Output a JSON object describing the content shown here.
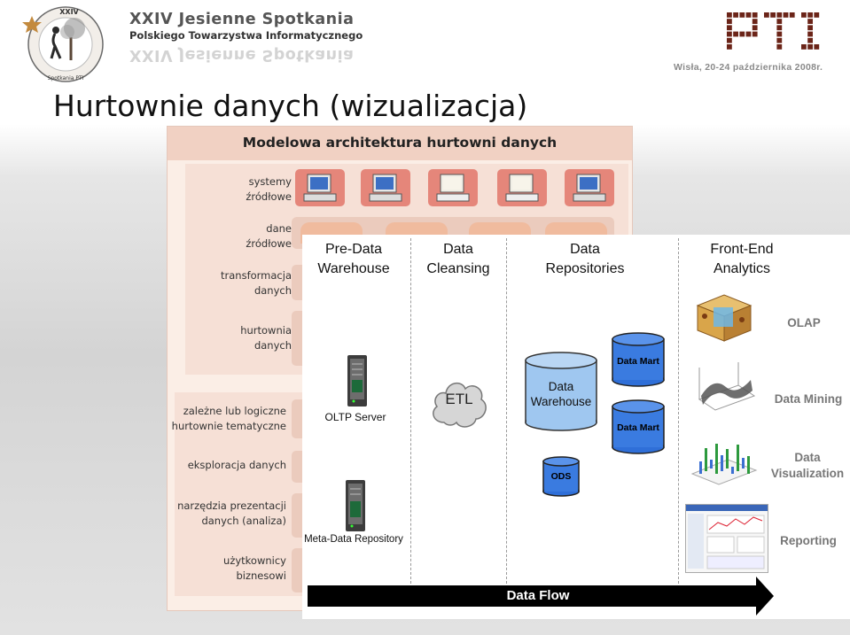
{
  "header": {
    "logo_seal_text": "XXIV Jesienne Spotkania PTI",
    "conference_line1": "XXIV Jesienne Spotkania",
    "conference_line2": "Polskiego Towarzystwa Informatycznego",
    "conference_reflection": "XXIV Jesienne Spotkania",
    "pti_logo_text": "PTI",
    "date_location": "Wisła, 20-24 października 2008r."
  },
  "slide": {
    "title": "Hurtownie danych (wizualizacja)"
  },
  "back_diagram": {
    "title": "Modelowa architektura hurtowni danych",
    "rows": [
      {
        "label": "systemy\nźródłowe"
      },
      {
        "label": "dane\nźródłowe"
      },
      {
        "label": "transformacja\ndanych"
      },
      {
        "label": "hurtownia\ndanych"
      },
      {
        "label": "zależne lub logiczne\nhurtownie tematyczne"
      },
      {
        "label": "eksploracja danych"
      },
      {
        "label": "narzędzia prezentacji\ndanych (analiza)"
      },
      {
        "label": "użytkownicy\nbiznesowi"
      }
    ]
  },
  "front_diagram": {
    "columns": [
      {
        "title": "Pre-Data\nWarehouse"
      },
      {
        "title": "Data\nCleansing"
      },
      {
        "title": "Data\nRepositories"
      },
      {
        "title": "Front-End\nAnalytics"
      }
    ],
    "oltp_server_label": "OLTP Server",
    "meta_repo_label": "Meta-Data Repository",
    "etl_label": "ETL",
    "data_warehouse_label": "Data\nWarehouse",
    "data_mart_1_label": "Data Mart",
    "data_mart_2_label": "Data Mart",
    "ods_label": "ODS",
    "front_end_items": [
      {
        "label": "OLAP"
      },
      {
        "label": "Data Mining"
      },
      {
        "label": "Data\nVisualization"
      },
      {
        "label": "Reporting"
      }
    ],
    "data_flow_label": "Data Flow",
    "colors": {
      "cylinder_light": "#9fc7f0",
      "cylinder_dark": "#2f6fd8",
      "arrow": "#000000"
    }
  }
}
